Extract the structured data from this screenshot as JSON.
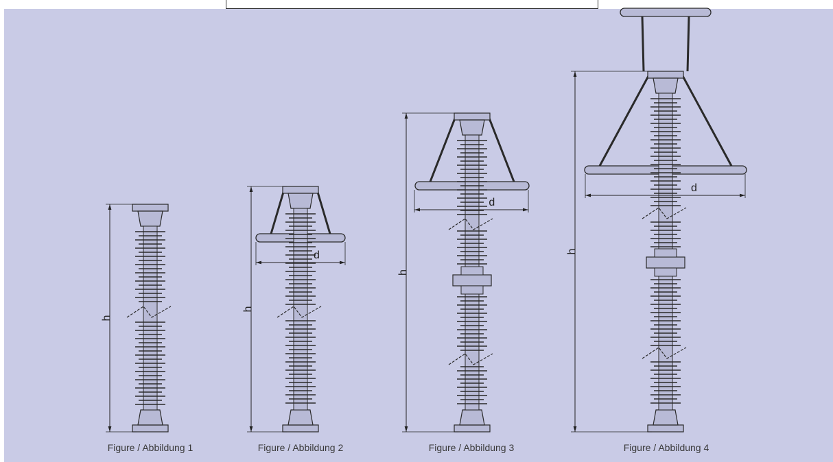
{
  "figures": [
    {
      "caption": "Figure / Abbildung 1",
      "h_label": "h",
      "d_label": "",
      "ring": false,
      "flanges": 0,
      "breaks": 1
    },
    {
      "caption": "Figure / Abbildung 2",
      "h_label": "h",
      "d_label": "d",
      "ring": true,
      "flanges": 0,
      "breaks": 1
    },
    {
      "caption": "Figure / Abbildung 3",
      "h_label": "h",
      "d_label": "d",
      "ring": true,
      "flanges": 1,
      "breaks": 2
    },
    {
      "caption": "Figure / Abbildung 4",
      "h_label": "h",
      "d_label": "d",
      "ring": true,
      "flanges": 1,
      "breaks": 2
    }
  ],
  "colors": {
    "background": "#c9cbe6",
    "line": "#2a2a2a",
    "fill": "#b8bad6"
  }
}
